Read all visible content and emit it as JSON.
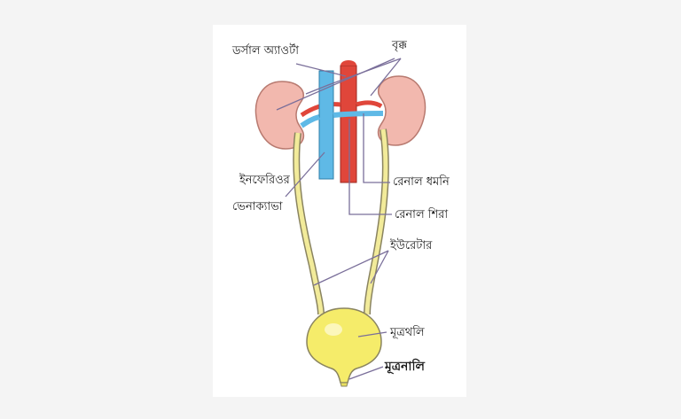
{
  "diagram": {
    "labels": {
      "dorsal_aorta": "ডর্সাল অ্যাওর্টা",
      "kidney": "বৃক্ক",
      "inferior_vena_cava_line1": "ইনফেরিওর",
      "inferior_vena_cava_line2": "ভেনাক্যাভা",
      "renal_artery": "রেনাল ধমনি",
      "renal_vein": "রেনাল শিরা",
      "ureter": "ইউরেটার",
      "urinary_bladder": "মূত্রথলি",
      "urethra": "মূত্রনালি"
    },
    "colors": {
      "kidney": "#f2b8ae",
      "aorta": "#e0463a",
      "vena_cava": "#5fb9e6",
      "ureter": "#f2eb9a",
      "bladder": "#f5ec6a",
      "leader_line": "#7a6f9a"
    }
  }
}
